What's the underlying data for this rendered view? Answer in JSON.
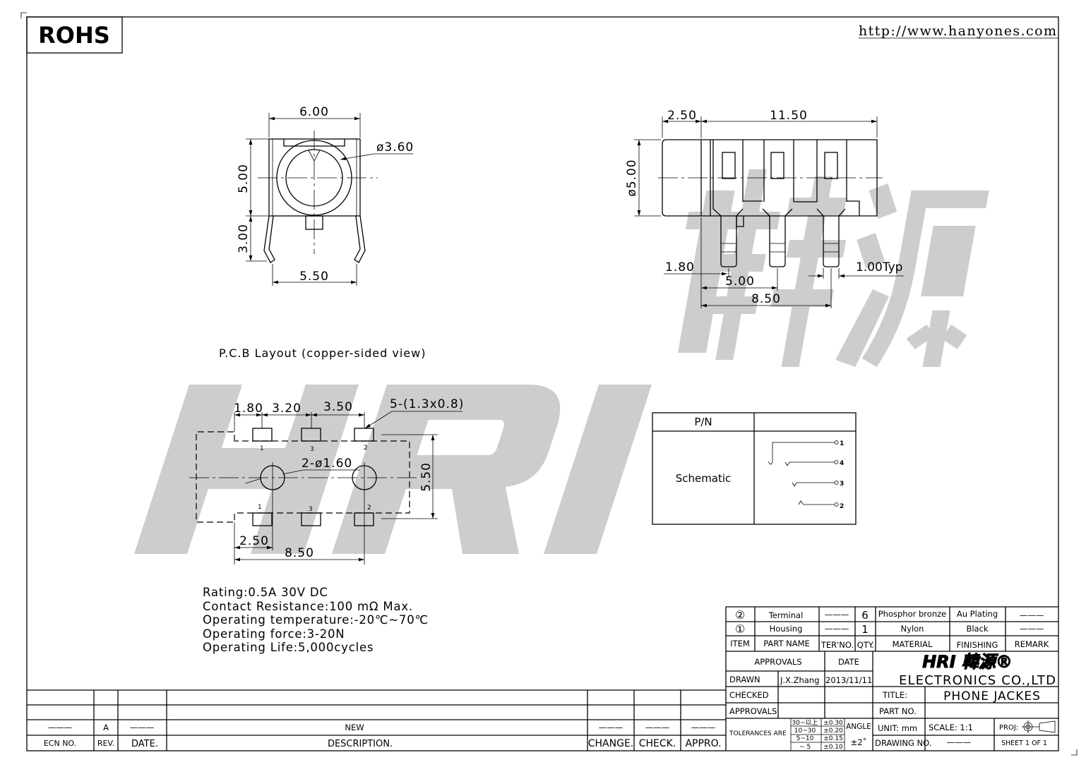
{
  "header": {
    "rohs": "ROHS",
    "url": "http://www.hanyones.com"
  },
  "watermark": {
    "logo": "HRI",
    "chinese": "韓源"
  },
  "front_view": {
    "width": "6.00",
    "diameter": "ø3.60",
    "height": "5.00",
    "leg": "3.00",
    "pitch": "5.50"
  },
  "side_view": {
    "front": "2.50",
    "body": "11.50",
    "diameter": "ø5.00",
    "pin1": "1.80",
    "pin2": "5.00",
    "pin3": "8.50",
    "pin_width": "1.00Typ"
  },
  "pcb": {
    "title": "P.C.B Layout (copper-sided view)",
    "d1": "1.80",
    "d2": "3.20",
    "d3": "3.50",
    "pads": "5-(1.3x0.8)",
    "holes": "2-ø1.60",
    "height": "5.50",
    "d4": "2.50",
    "d5": "8.50",
    "pin_labels": [
      "1",
      "3",
      "2"
    ]
  },
  "schematic": {
    "pn_label": "P/N",
    "schematic_label": "Schematic",
    "terminals": [
      "1",
      "4",
      "3",
      "2"
    ]
  },
  "specs": [
    "Rating:0.5A 30V DC",
    "Contact Resistance:100 mΩ Max.",
    "Operating temperature:-20℃~70℃",
    "Operating force:3-20N",
    "Operating Life:5,000cycles"
  ],
  "revision_table": {
    "row": {
      "ecn": "———",
      "rev": "A",
      "date": "———",
      "description": "NEW",
      "change": "———",
      "check": "———",
      "appro": "———"
    },
    "headers": {
      "ecn": "ECN NO.",
      "rev": "REV.",
      "date": "DATE.",
      "description": "DESCRIPTION.",
      "change": "CHANGE.",
      "check": "CHECK.",
      "appro": "APPRO."
    }
  },
  "bom": {
    "rows": [
      {
        "item": "②",
        "name": "Terminal",
        "ter": "———",
        "qty": "6",
        "material": "Phosphor bronze",
        "finishing": "Au Plating",
        "remark": "———"
      },
      {
        "item": "①",
        "name": "Housing",
        "ter": "———",
        "qty": "1",
        "material": "Nylon",
        "finishing": "Black",
        "remark": "———"
      }
    ],
    "headers": {
      "item": "ITEM",
      "name": "PART NAME",
      "ter": "TER'NO.",
      "qty": "QTY.",
      "material": "MATERIAL",
      "finishing": "FINISHING",
      "remark": "REMARK"
    }
  },
  "title_block": {
    "approvals_header": "APPROVALS",
    "date_header": "DATE",
    "drawn_label": "DRAWN",
    "drawn_by": "J.X.Zhang",
    "drawn_date": "2013/11/11",
    "checked_label": "CHECKED",
    "approvals_label": "APPROVALS",
    "company": "ELECTRONICS CO.,LTD",
    "logo": "HRI 韓源®",
    "title_label": "TITLE:",
    "title": "PHONE JACKES",
    "part_no_label": "PART NO.",
    "part_no": "",
    "tolerances_label": "TOLERANCES ARE",
    "tolerances": [
      {
        "range": "30~以上",
        "tol": "±0.30"
      },
      {
        "range": "10~30",
        "tol": "±0.20"
      },
      {
        "range": "5~10",
        "tol": "±0.15"
      },
      {
        "range": "~ 5",
        "tol": "±0.10"
      }
    ],
    "angle_label": "ANGLE",
    "angle": "±2˚",
    "unit": "UNIT: mm",
    "scale": "SCALE:  1:1",
    "proj": "PROJ:",
    "drawing_no_label": "DRAWING NO.",
    "drawing_no": "———",
    "sheet": "SHEET  1 OF 1"
  }
}
